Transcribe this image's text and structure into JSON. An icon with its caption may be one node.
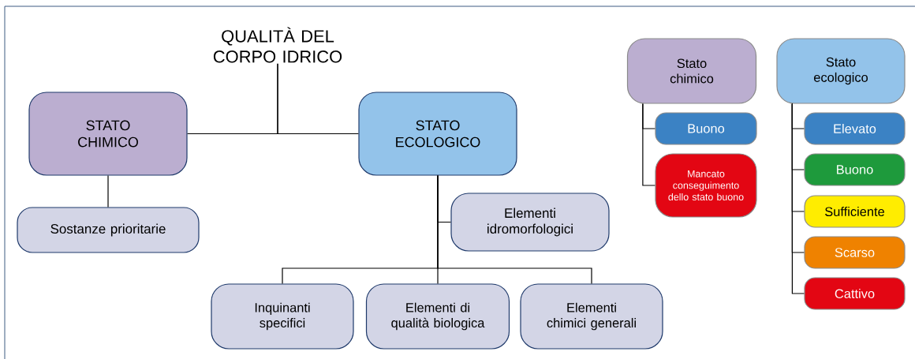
{
  "diagram": {
    "nodes": [
      {
        "text": [
          "QUALITÀ DEL CORPO IDRICO"
        ]
      },
      {
        "text": [
          "STATO CHIMICO"
        ]
      },
      {
        "text": [
          "STATO ECOLOGICO"
        ]
      },
      {
        "text": [
          "Sostanze prioritarie"
        ]
      },
      {
        "text": [
          "Elementi idromorfologici"
        ]
      },
      {
        "text": [
          "Inquinanti specifici"
        ]
      },
      {
        "text": [
          "Elementi di qualità biologica"
        ]
      },
      {
        "text": [
          "Elementi chimici generali"
        ]
      },
      {
        "text": [
          "Stato chimico"
        ]
      },
      {
        "text": [
          "Buono"
        ]
      },
      {
        "text": [
          "Mancato conseguimento dello stato buono"
        ]
      },
      {
        "text": [
          "Stato ecologico"
        ]
      },
      {
        "text": [
          "Elevato"
        ]
      },
      {
        "text": [
          "Buono"
        ]
      },
      {
        "text": [
          "Sufficiente"
        ]
      },
      {
        "text": [
          "Scarso"
        ]
      },
      {
        "text": [
          "Cattivo"
        ]
      }
    ],
    "edges": [
      {
        "from": 0,
        "to": 1,
        "arrow": "none"
      },
      {
        "from": 0,
        "to": 2,
        "arrow": "none"
      },
      {
        "from": 1,
        "to": 3,
        "arrow": "none"
      },
      {
        "from": 2,
        "to": 4,
        "arrow": "none"
      },
      {
        "from": 2,
        "to": 5,
        "arrow": "none"
      },
      {
        "from": 2,
        "to": 6,
        "arrow": "none"
      },
      {
        "from": 2,
        "to": 7,
        "arrow": "none"
      },
      {
        "from": 8,
        "to": 9,
        "arrow": "none"
      },
      {
        "from": 8,
        "to": 10,
        "arrow": "none"
      },
      {
        "from": 11,
        "to": 12,
        "arrow": "none"
      },
      {
        "from": 11,
        "to": 13,
        "arrow": "none"
      },
      {
        "from": 11,
        "to": 14,
        "arrow": "none"
      },
      {
        "from": 11,
        "to": 15,
        "arrow": "none"
      },
      {
        "from": 11,
        "to": 16,
        "arrow": "none"
      }
    ]
  }
}
